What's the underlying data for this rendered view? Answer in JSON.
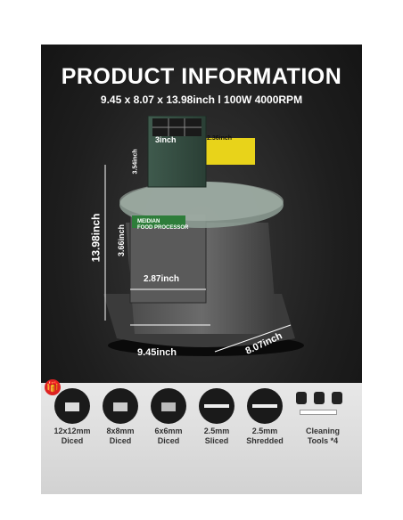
{
  "header": {
    "title": "PRODUCT INFORMATION",
    "subtitle": "9.45 x 8.07 x 13.98inch l  100W 4000RPM"
  },
  "dimensions": {
    "height_total": "13.98inch",
    "chute_width": "3inch",
    "chute_depth": "2.36inch",
    "chute_height": "3.54inch",
    "outlet_height": "3.66inch",
    "outlet_width": "2.87inch",
    "base_width": "9.45inch",
    "base_depth": "8.07inch"
  },
  "product": {
    "brand_label": "MEIDIAN",
    "product_label": "FOOD PROCESSOR"
  },
  "accessories": [
    {
      "line1": "12x12mm",
      "line2": "Diced",
      "icon": "dicing-disc-icon"
    },
    {
      "line1": "8x8mm",
      "line2": "Diced",
      "icon": "dicing-disc-icon"
    },
    {
      "line1": "6x6mm",
      "line2": "Diced",
      "icon": "dicing-disc-icon"
    },
    {
      "line1": "2.5mm",
      "line2": "Sliced",
      "icon": "slicing-disc-icon"
    },
    {
      "line1": "2.5mm",
      "line2": "Shredded",
      "icon": "shredding-disc-icon"
    },
    {
      "line1": "Cleaning",
      "line2": "Tools *4",
      "icon": "cleaning-brush-icon"
    }
  ],
  "colors": {
    "accent_green": "#2e7d3a",
    "label_yellow": "#e8d31a",
    "gift_red": "#d22222"
  }
}
